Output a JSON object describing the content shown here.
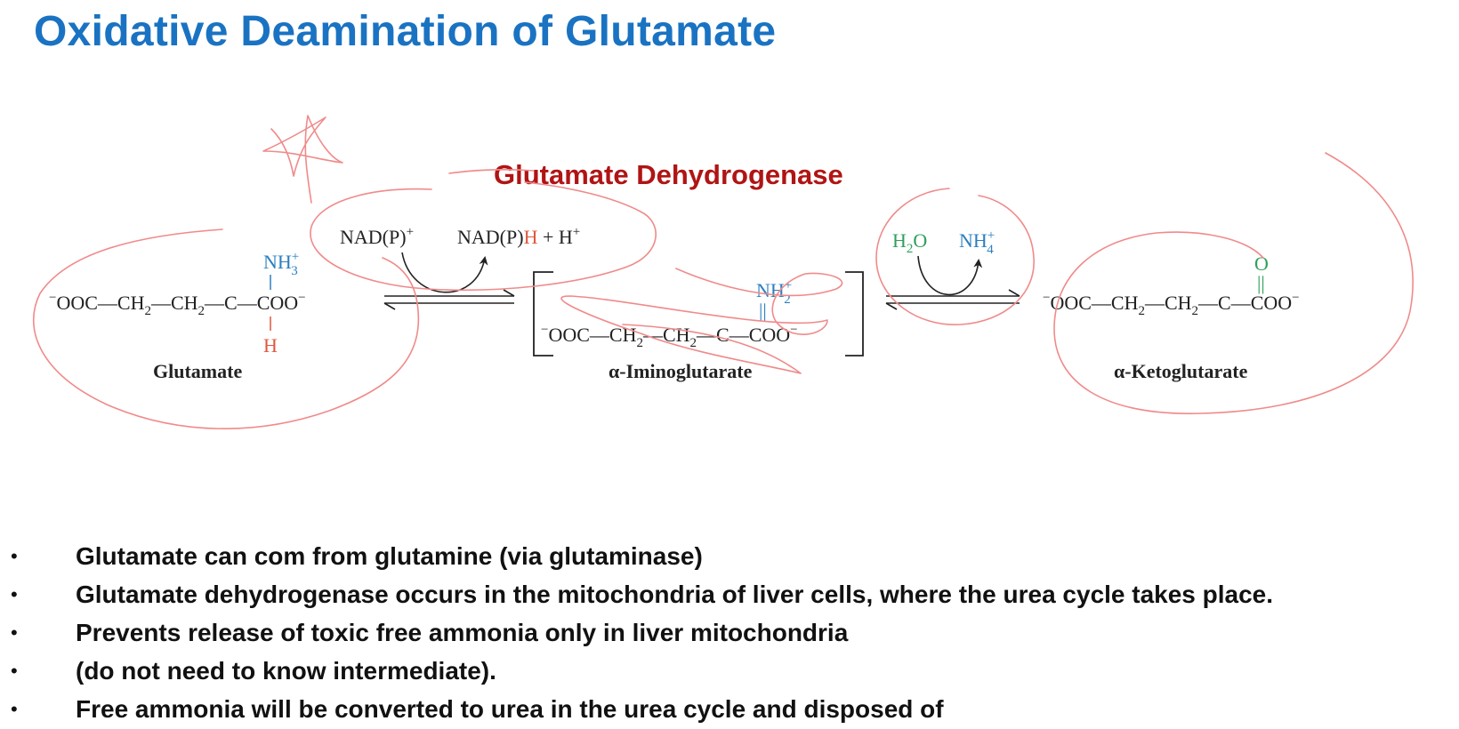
{
  "slide": {
    "title": "Oxidative Deamination of Glutamate"
  },
  "scheme": {
    "enzyme": "Glutamate Dehydrogenase",
    "cofactor_in": "NAD(P)",
    "cofactor_out_a": "NAD(P)",
    "cofactor_out_h": "H",
    "cofactor_out_b": " + H",
    "water_h": "H",
    "water_o": "O",
    "ammonium": "NH",
    "glutamate": {
      "left": "OOC—CH",
      "mid": "—CH",
      "right": "—C—COO",
      "amine": "NH",
      "hydrogen": "H",
      "name": "Glutamate"
    },
    "iminoglutarate": {
      "left": "OOC—CH",
      "mid": "—CH",
      "right": "—C—COO",
      "imine": "NH",
      "double_bond": "||",
      "name": "α-Iminoglutarate"
    },
    "ketoglutarate": {
      "left": "OOC—CH",
      "mid": "—CH",
      "right": "—C—COO",
      "oxygen": "O",
      "double_bond": "||",
      "name": "α-Ketoglutarate"
    },
    "colors": {
      "amine": "#2b7fc0",
      "hydrogen": "#e0563f",
      "water": "#2ea05a",
      "ketone_oxygen": "#2ea05a",
      "enzyme": "#b01414",
      "annotation_ink": "#f08a8a"
    }
  },
  "bullets": [
    "Glutamate can com from glutamine (via glutaminase)",
    "Glutamate dehydrogenase occurs in the mitochondria of liver cells, where the urea cycle takes place.",
    "Prevents release of toxic free ammonia only in liver mitochondria",
    "(do not need to know intermediate).",
    "Free ammonia will be converted to urea in the urea cycle and disposed of"
  ],
  "bullet_marker": "•"
}
